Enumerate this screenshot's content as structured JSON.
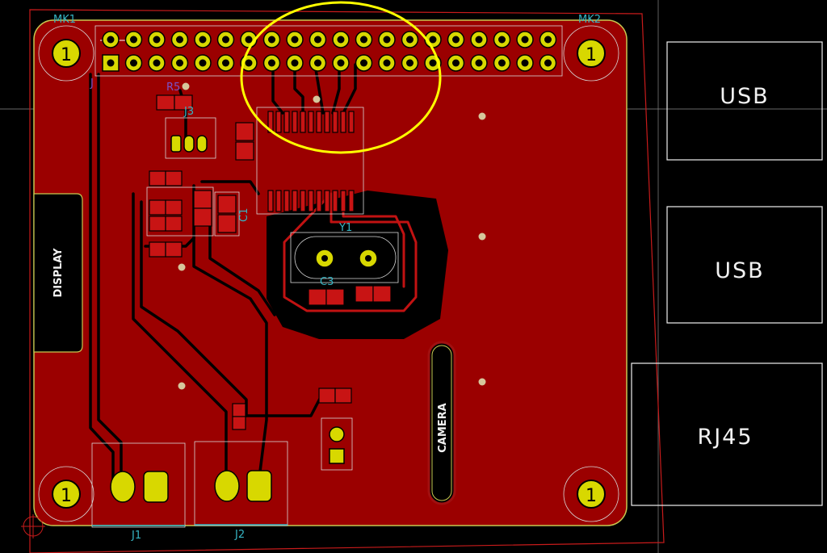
{
  "connectors": {
    "usb_top": "USB",
    "usb_bottom": "USB",
    "rj45": "RJ45"
  },
  "board_labels": {
    "display": "DISPLAY",
    "camera": "CAMERA"
  },
  "refs": {
    "mk1": "MK1",
    "mk2": "MK2",
    "j1": "J1",
    "j2": "J2",
    "j3": "J3",
    "y1": "Y1",
    "c3": "C3",
    "c1": "C1",
    "r5": "R5"
  },
  "mounting_hole_label": "1",
  "colors": {
    "board": "#9b0000",
    "copper_pad": "#d8d800",
    "highlight_ellipse": "#ffff00",
    "silkscreen": "#f0f0f0",
    "reference_text": "#36b5c4"
  }
}
